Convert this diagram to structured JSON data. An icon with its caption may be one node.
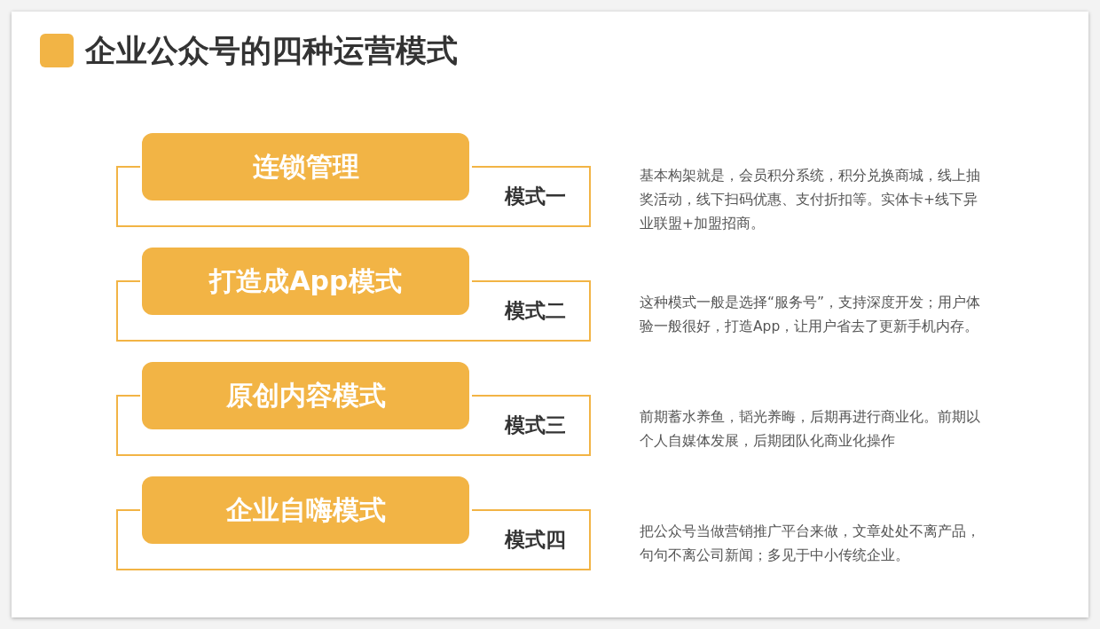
{
  "diagram": {
    "title": "企业公众号的四种运营模式",
    "nodes": [
      {
        "text": [
          "连锁管理"
        ]
      },
      {
        "text": [
          "模式一"
        ],
        "beside": [
          "基本构架就是，会员积分系统，积分兑换商城，线上抽奖活动，线下扫码优惠、支付折扣等。实体卡+线下异业联盟+加盟招商。"
        ]
      },
      {
        "text": [
          "打造成App模式"
        ]
      },
      {
        "text": [
          "模式二"
        ],
        "beside": [
          "这种模式一般是选择“服务号”，支持深度开发；用户体验一般很好，打造App，让用户省去了更新手机内存。"
        ]
      },
      {
        "text": [
          "原创内容模式"
        ]
      },
      {
        "text": [
          "模式三"
        ],
        "beside": [
          "前期蓄水养鱼，韬光养晦，后期再进行商业化。前期以个人自媒体发展，后期团队化商业化操作"
        ]
      },
      {
        "text": [
          "企业自嗨模式"
        ]
      },
      {
        "text": [
          "模式四"
        ],
        "beside": [
          "把公众号当做营销推广平台来做，文章处处不离产品，句句不离公司新闻；多见于中小传统企业。"
        ]
      }
    ],
    "edges": []
  }
}
